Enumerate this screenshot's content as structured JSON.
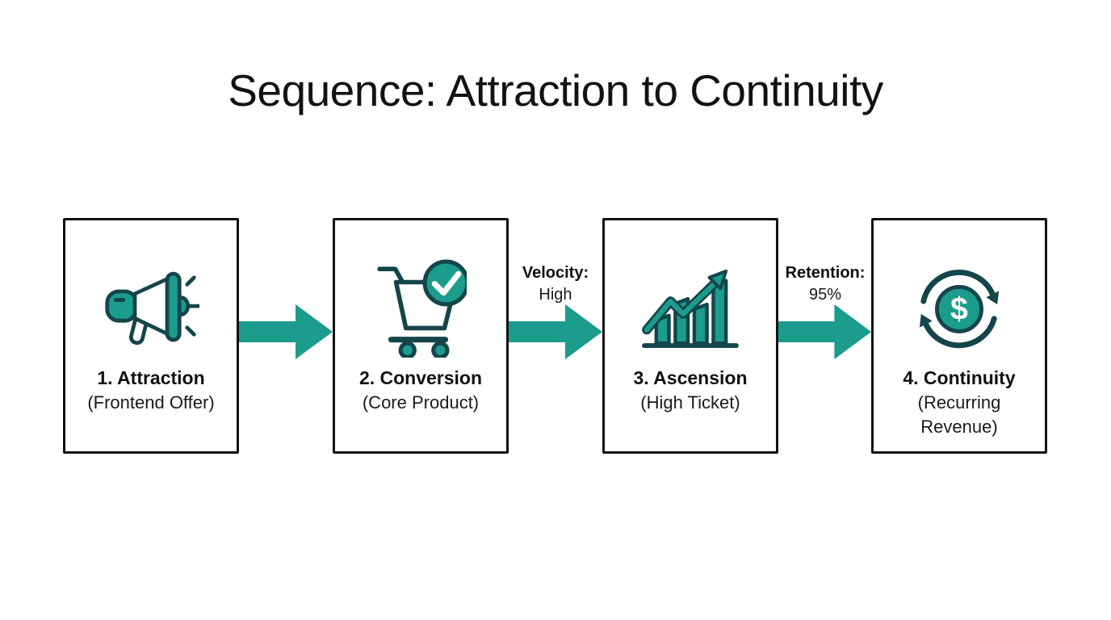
{
  "title": "Sequence: Attraction to Continuity",
  "colors": {
    "accent_teal": "#1b9c8c",
    "icon_outline": "#14454a",
    "box_border": "#111111",
    "text": "#111111",
    "background": "#ffffff"
  },
  "stages": [
    {
      "icon": "megaphone-icon",
      "label": "1. Attraction",
      "sublabel": "(Frontend Offer)"
    },
    {
      "icon": "cart-check-icon",
      "label": "2. Conversion",
      "sublabel": "(Core Product)"
    },
    {
      "icon": "growth-chart-icon",
      "label": "3. Ascension",
      "sublabel": "(High Ticket)"
    },
    {
      "icon": "recurring-revenue-icon",
      "label": "4. Continuity",
      "sublabel": "(Recurring Revenue)"
    }
  ],
  "connectors": [
    {
      "label": "",
      "value": ""
    },
    {
      "label": "Velocity:",
      "value": "High"
    },
    {
      "label": "Retention:",
      "value": "95%"
    }
  ],
  "icon_symbols": {
    "dollar": "$"
  }
}
